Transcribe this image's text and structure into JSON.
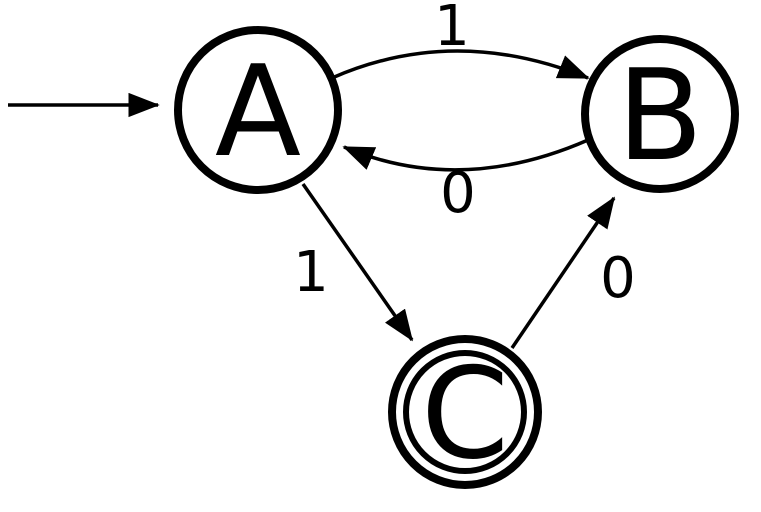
{
  "diagram": {
    "kind": "finite-state-automaton",
    "states": [
      {
        "id": "A",
        "label": "A",
        "start": true,
        "accepting": false
      },
      {
        "id": "B",
        "label": "B",
        "start": false,
        "accepting": false
      },
      {
        "id": "C",
        "label": "C",
        "start": false,
        "accepting": true
      }
    ],
    "transitions": [
      {
        "from": "A",
        "to": "B",
        "label": "1"
      },
      {
        "from": "B",
        "to": "A",
        "label": "0"
      },
      {
        "from": "A",
        "to": "C",
        "label": "1"
      },
      {
        "from": "C",
        "to": "B",
        "label": "0"
      }
    ],
    "colors": {
      "stroke": "#000000",
      "background": "#ffffff"
    }
  }
}
